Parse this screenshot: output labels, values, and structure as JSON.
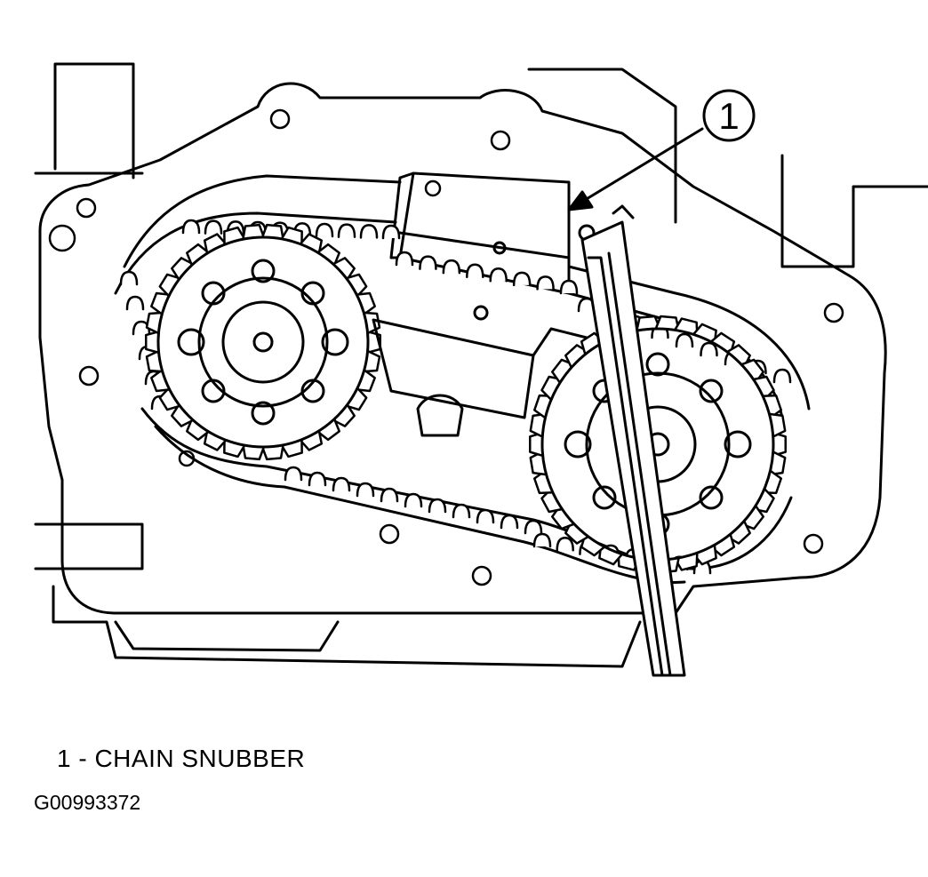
{
  "callout": {
    "number": "1"
  },
  "legend": {
    "item_1": "1 - CHAIN SNUBBER"
  },
  "figure_id": "G00993372",
  "colors": {
    "line": "#000000",
    "background": "#ffffff"
  }
}
